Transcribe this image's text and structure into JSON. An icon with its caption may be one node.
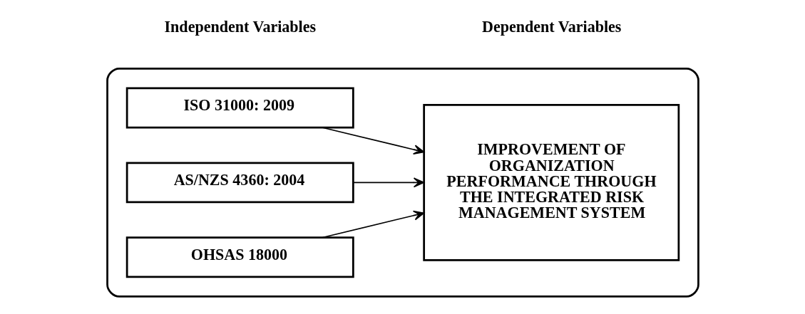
{
  "diagram": {
    "nodes": [
      {
        "text": [],
        "shape": "box"
      },
      {
        "text": [
          "ISO 31000: 2009"
        ],
        "in": 0
      },
      {
        "text": [
          "AS/NZS 4360: 2004"
        ],
        "in": 0
      },
      {
        "text": [
          "OHSAS 18000"
        ],
        "in": 0
      },
      {
        "text": [
          "IMPROVEMENT OF ORGANIZATION PERFORMANCE THROUGH THE INTEGRATED RISK MANAGEMENT SYSTEM"
        ],
        "in": 0
      }
    ],
    "edges": [
      {
        "from": 1,
        "to": 4,
        "arrow": "to"
      },
      {
        "from": 2,
        "to": 4,
        "arrow": "to"
      },
      {
        "from": 3,
        "to": 4,
        "arrow": "to"
      }
    ],
    "labels": [
      "Independent Variables",
      "Dependent Variables"
    ]
  }
}
